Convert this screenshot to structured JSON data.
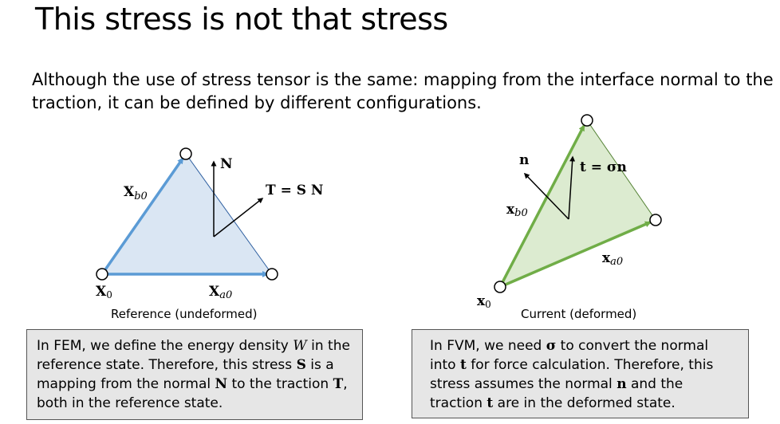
{
  "slide": {
    "title": "This stress is not that stress",
    "intro": "Although the use of stress tensor is the same: mapping from the interface normal to the traction, it can be defined by different configurations."
  },
  "left_figure": {
    "caption": "Reference (undeformed)",
    "labels": {
      "x0_main": "X",
      "x0_sub": "0",
      "xa0_main": "X",
      "xa0_sub": "a0",
      "xb0_main": "X",
      "xb0_sub": "b0",
      "normal": "N",
      "traction": "T = S N"
    },
    "colors": {
      "fill": "#dae6f3",
      "arrow": "#5b9bd5",
      "edge": "#2e5fa0"
    }
  },
  "right_figure": {
    "caption": "Current (deformed)",
    "labels": {
      "x0_main": "x",
      "x0_sub": "0",
      "xa0_main": "x",
      "xa0_sub": "a0",
      "xb0_main": "x",
      "xb0_sub": "b0",
      "normal": "n",
      "traction": "t = σn"
    },
    "colors": {
      "fill": "#dcebd0",
      "arrow": "#70ad47",
      "edge": "#548235"
    }
  },
  "left_box": {
    "p1": "In FEM, we define the energy density ",
    "W": "W",
    "p2": " in the reference state.  Therefore, this stress ",
    "S": "S",
    "p3": " is a mapping from the normal ",
    "N": "N",
    "p4": " to the traction ",
    "T": "T",
    "p5": ", both in the reference state."
  },
  "right_box": {
    "p1": "In FVM, we need ",
    "sigma": "σ",
    "p2": " to convert the normal into ",
    "t1": "t",
    "p3": " for force calculation. Therefore, this stress assumes the normal ",
    "n": "n",
    "p4": " and the traction ",
    "t2": "t",
    "p5": " are in the deformed state."
  }
}
